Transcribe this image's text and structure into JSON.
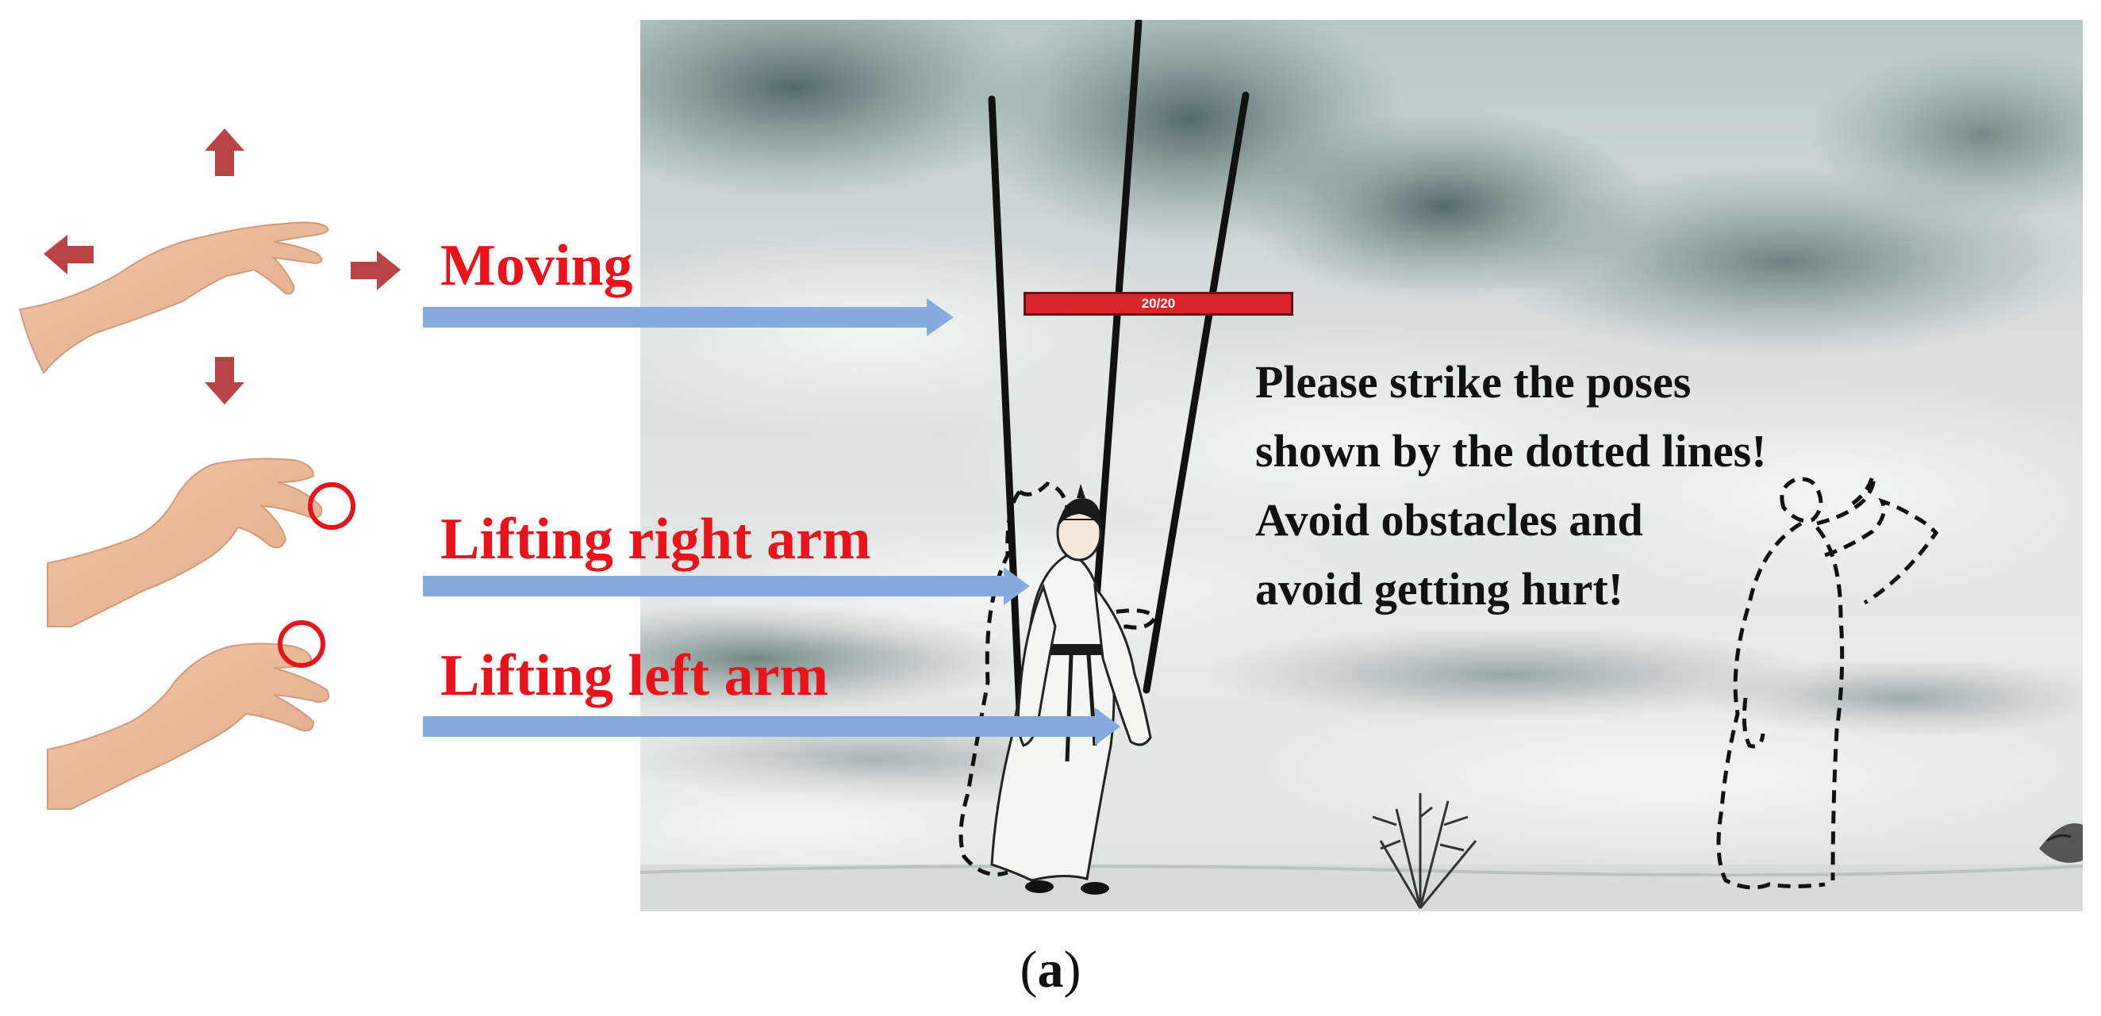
{
  "gestures": [
    {
      "id": "moving",
      "label": "Moving",
      "icon": "hand-open-arrows-icon"
    },
    {
      "id": "right",
      "label": "Lifting right arm",
      "icon": "hand-pinch-index-icon"
    },
    {
      "id": "left",
      "label": "Lifting left arm",
      "icon": "hand-pinch-middle-icon"
    }
  ],
  "game": {
    "hp_text": "20/20",
    "instruction_lines": [
      "Please strike the poses",
      "shown by the dotted lines!",
      "Avoid obstacles and",
      "avoid getting hurt!"
    ]
  },
  "caption": {
    "open": "(",
    "letter": "a",
    "close": ")"
  },
  "colors": {
    "label_red": "#e8141b",
    "arrow_blue": "#86acdf",
    "direction_arrow": "#b84543",
    "hp_red": "#d8262a",
    "pinch_circle": "#e3161c"
  }
}
